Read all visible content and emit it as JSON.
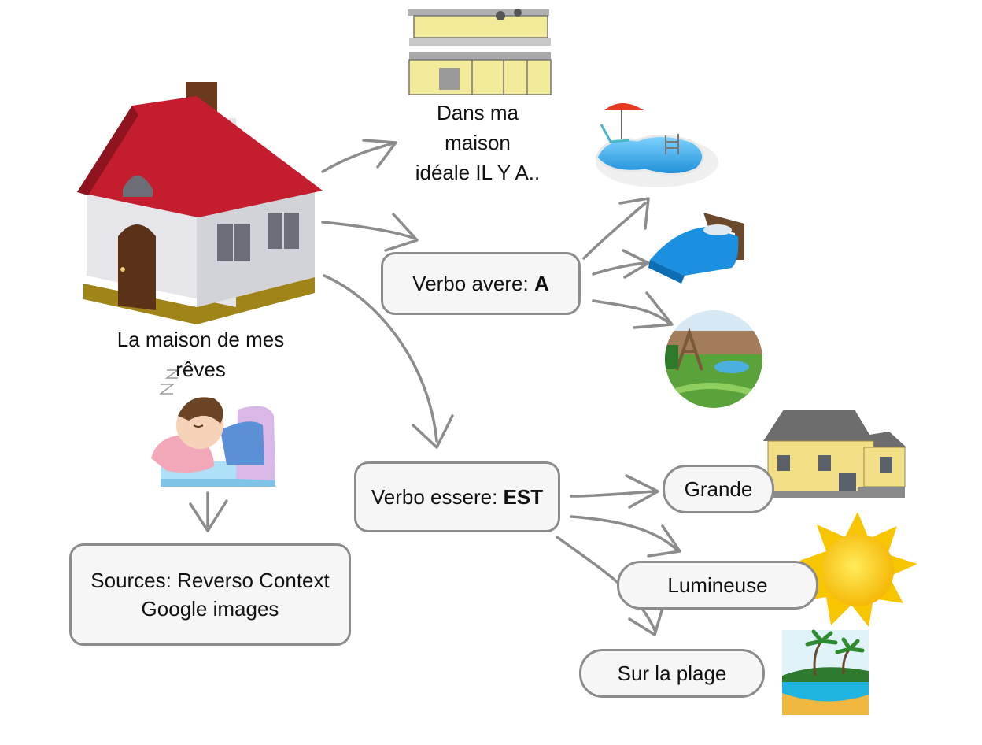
{
  "title_label": {
    "line1": "La maison de mes",
    "line2": "rêves"
  },
  "intro_label": {
    "line1": "Dans ma",
    "line2": "maison",
    "line3": "idéale IL Y A.."
  },
  "avere_box": {
    "prefix": "Verbo avere: ",
    "bold": "A"
  },
  "essere_box": {
    "prefix": "Verbo essere: ",
    "bold": "EST"
  },
  "adjectives": {
    "grande": "Grande",
    "lumineuse": "Lumineuse",
    "plage": "Sur la plage"
  },
  "sources_box": {
    "line1": "Sources: Reverso Context",
    "line2": "Google images"
  },
  "icons": [
    "house-icon",
    "kitchen-icon",
    "pool-icon",
    "bed-icon",
    "garden-icon",
    "sleeping-person-icon",
    "big-house-icon",
    "sun-icon",
    "beach-icon"
  ],
  "colors": {
    "roof": "#c41e2e",
    "arrow": "#8c8c8c",
    "box_border": "#8c8c8c",
    "box_fill": "#f6f6f6",
    "sun": "#f7c600",
    "pool": "#2fa7e6"
  }
}
